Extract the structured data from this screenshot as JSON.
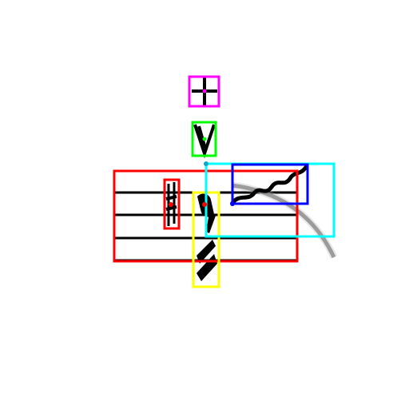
{
  "colors": {
    "background": "#ffffff",
    "ink": "#000000",
    "staff_box": "#ff0000",
    "sharp_box": "#ff0000",
    "stem_box": "#ffff00",
    "accent_box": "#00ff00",
    "fermata_box": "#ff00ff",
    "slur_box": "#00ffff",
    "ornament_box": "#0000ff",
    "anchor_dot": "#ff0000"
  },
  "symbols": [
    {
      "name": "staff",
      "icon": "staff-lines-icon",
      "box_color": "staff_box"
    },
    {
      "name": "sharp",
      "icon": "sharp-icon",
      "box_color": "sharp_box"
    },
    {
      "name": "stem",
      "icon": "stem-flag-icon",
      "box_color": "stem_box"
    },
    {
      "name": "accent",
      "icon": "v-accent-icon",
      "box_color": "accent_box"
    },
    {
      "name": "cross",
      "icon": "cross-icon",
      "box_color": "fermata_box"
    },
    {
      "name": "slur",
      "icon": "slur-curve-icon",
      "box_color": "slur_box"
    },
    {
      "name": "trill",
      "icon": "trill-wave-icon",
      "box_color": "ornament_box"
    }
  ]
}
